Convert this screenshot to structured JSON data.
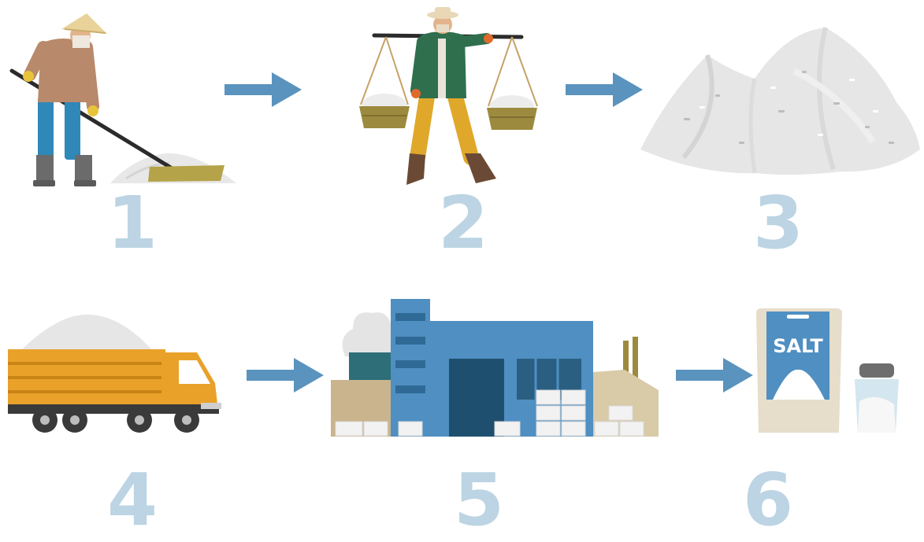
{
  "steps": [
    {
      "number": "1",
      "icon": "salt-farmer-raking-icon"
    },
    {
      "number": "2",
      "icon": "salt-carrier-baskets-icon"
    },
    {
      "number": "3",
      "icon": "salt-mounds-icon"
    },
    {
      "number": "4",
      "icon": "salt-truck-icon"
    },
    {
      "number": "5",
      "icon": "salt-factory-icon"
    },
    {
      "number": "6",
      "icon": "salt-package-shaker-icon"
    }
  ],
  "package": {
    "label": "SALT"
  },
  "colors": {
    "arrow": "#5a93bd",
    "number": "#bcd4e3",
    "salt": "#e9e9e9",
    "truck": "#e9a12a",
    "factory_blue": "#4f8fc2"
  }
}
